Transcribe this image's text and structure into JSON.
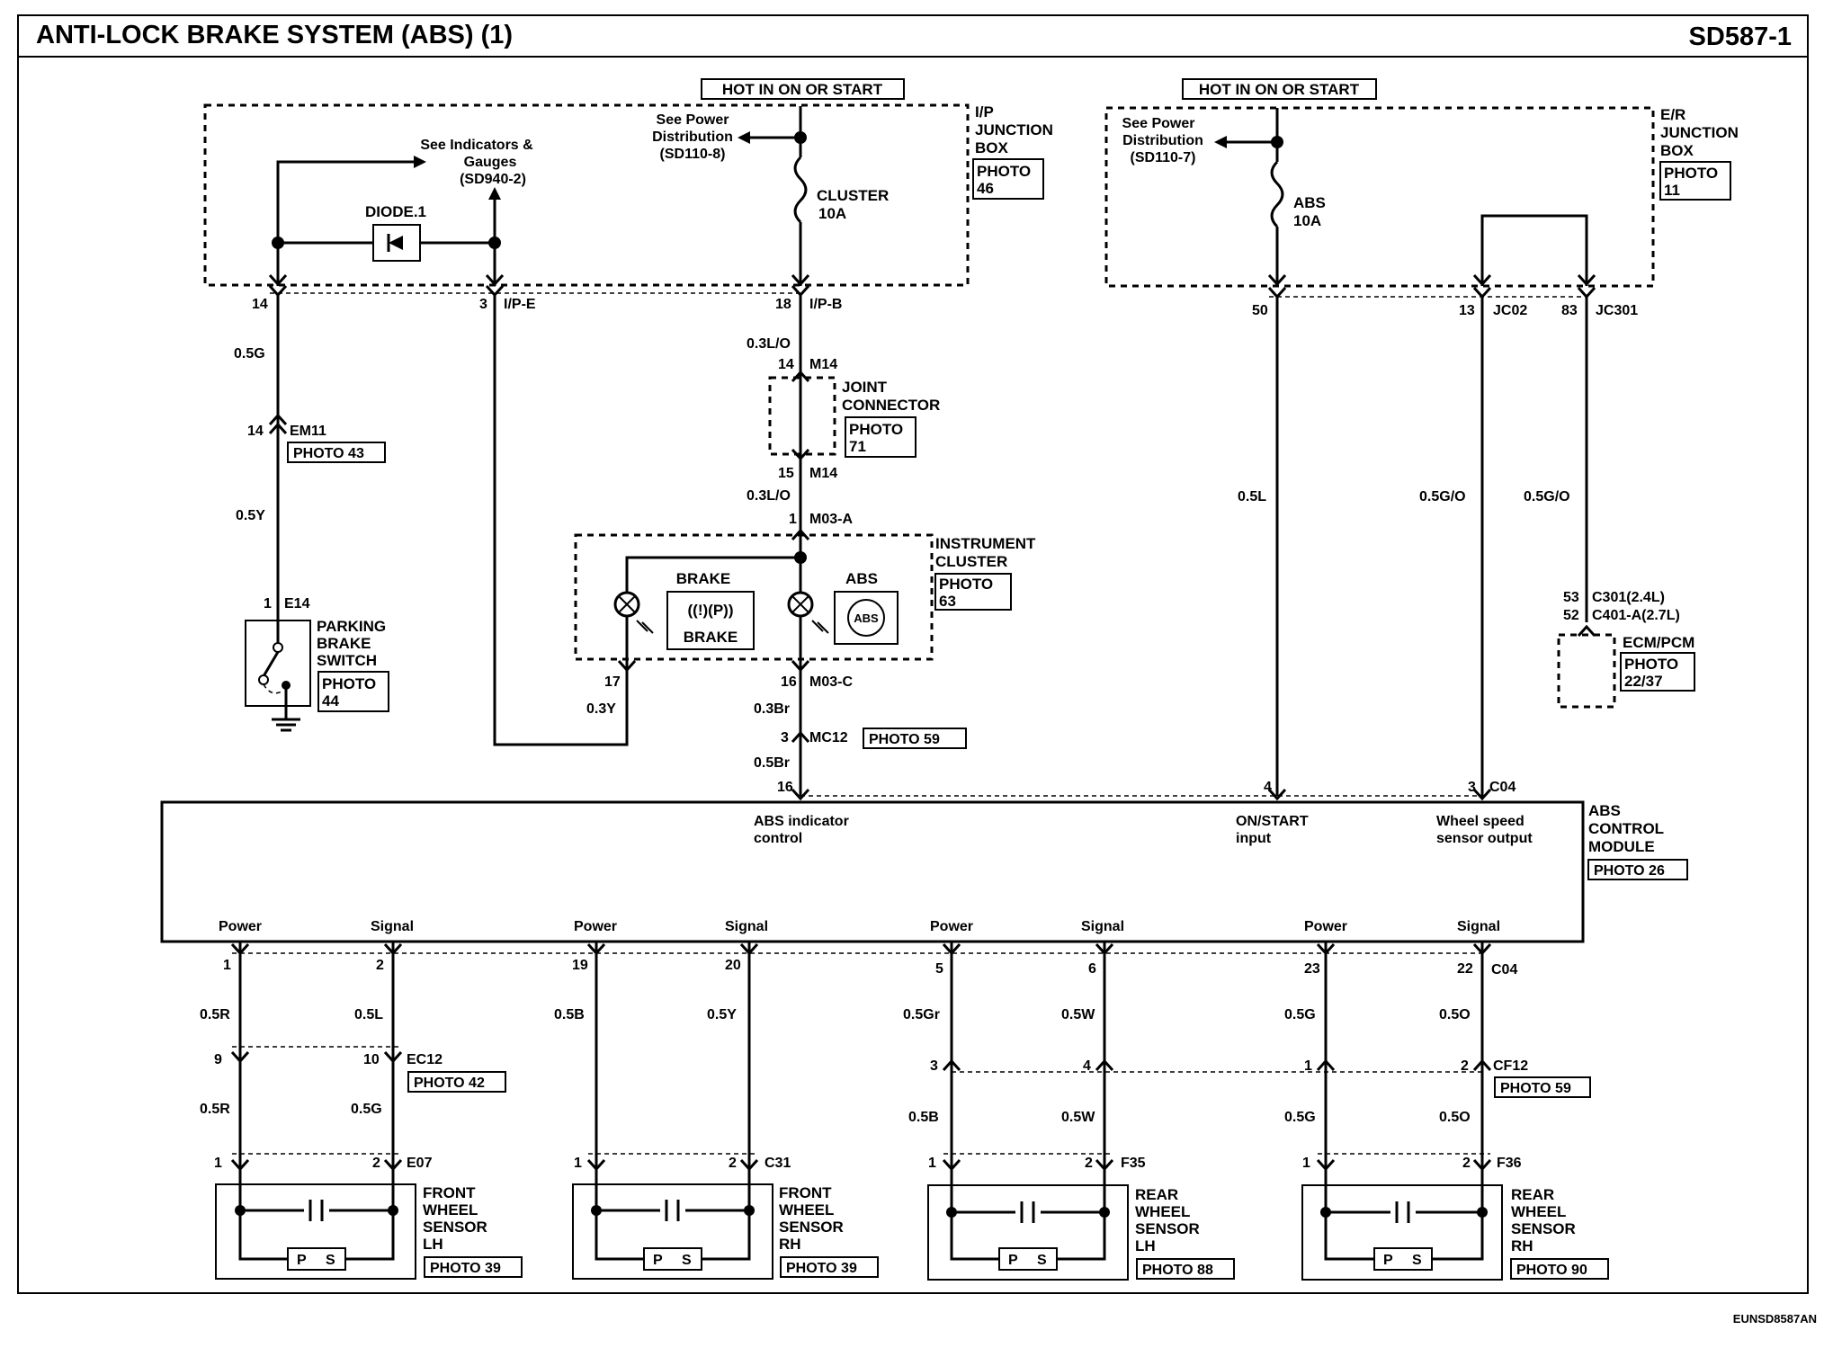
{
  "header": {
    "title": "ANTI-LOCK BRAKE SYSTEM (ABS) (1)",
    "code": "SD587-1"
  },
  "footer": {
    "id": "EUNSD8587AN"
  },
  "hot_labels": [
    "HOT IN ON OR START",
    "HOT IN ON OR START"
  ],
  "ip_junction": {
    "label": [
      "I/P",
      "JUNCTION",
      "BOX"
    ],
    "photo": [
      "PHOTO",
      "46"
    ],
    "see_power": [
      "See Power",
      "Distribution",
      "(SD110-8)"
    ],
    "see_indicators": [
      "See Indicators &",
      "Gauges",
      "(SD940-2)"
    ],
    "diode": "DIODE.1",
    "fuse": [
      "CLUSTER",
      "10A"
    ],
    "pins": [
      "14",
      "3",
      "I/P-E",
      "18",
      "I/P-B"
    ]
  },
  "er_junction": {
    "label": [
      "E/R",
      "JUNCTION",
      "BOX"
    ],
    "photo": [
      "PHOTO",
      "11"
    ],
    "see_power": [
      "See Power",
      "Distribution",
      "(SD110-7)"
    ],
    "fuse": [
      "ABS",
      "10A"
    ],
    "pins": [
      "50",
      "13",
      "JC02",
      "83",
      "JC301"
    ]
  },
  "left_branch": {
    "wire1": "0.5G",
    "pin_em11": "14",
    "em11": "EM11",
    "photo_em11": "PHOTO 43",
    "wire2": "0.5Y",
    "pin_e14": "1",
    "e14": "E14",
    "switch": [
      "PARKING",
      "BRAKE",
      "SWITCH"
    ],
    "switch_photo": [
      "PHOTO",
      "44"
    ]
  },
  "center_branch": {
    "wire_o1": "0.3L/O",
    "pin_m14a": "14",
    "m14a": "M14",
    "joint": [
      "JOINT",
      "CONNECTOR"
    ],
    "joint_photo": [
      "PHOTO",
      "71"
    ],
    "pin_m14b": "15",
    "m14b": "M14",
    "wire_o2": "0.3L/O",
    "pin_m03a": "1",
    "m03a": "M03-A",
    "cluster": [
      "INSTRUMENT",
      "CLUSTER"
    ],
    "cluster_photo": [
      "PHOTO",
      "63"
    ],
    "brake": "BRAKE",
    "brake2": "BRAKE",
    "abs": "ABS",
    "abs_icon": "ABS",
    "pin17": "17",
    "pin16": "16",
    "m03c": "M03-C",
    "wire_y": "0.3Y",
    "wire_br1": "0.3Br",
    "pin_mc12": "3",
    "mc12": "MC12",
    "mc12_photo": "PHOTO 59",
    "wire_br2": "0.5Br",
    "pin16b": "16"
  },
  "right_branch": {
    "wire_l": "0.5L",
    "wire_go1": "0.5G/O",
    "wire_go2": "0.5G/O",
    "pin53": "53",
    "c301": "C301(2.4L)",
    "pin52": "52",
    "c401": "C401-A(2.7L)",
    "ecm": "ECM/PCM",
    "ecm_photo": [
      "PHOTO",
      "22/37"
    ],
    "pin4": "4",
    "pin3": "3",
    "c04": "C04"
  },
  "module": {
    "label": [
      "ABS",
      "CONTROL",
      "MODULE"
    ],
    "photo": "PHOTO 26",
    "abs_ind": [
      "ABS indicator",
      "control"
    ],
    "onstart": [
      "ON/START",
      "input"
    ],
    "wheel_out": [
      "Wheel speed",
      "sensor output"
    ],
    "ports": [
      "Power",
      "Signal",
      "Power",
      "Signal",
      "Power",
      "Signal",
      "Power",
      "Signal"
    ]
  },
  "sensors": [
    {
      "pins_top": [
        "1",
        "2"
      ],
      "wires_top": [
        "0.5R",
        "0.5L"
      ],
      "mid_pins": [
        "9",
        "10"
      ],
      "mid_conn": "EC12",
      "mid_photo": "PHOTO 42",
      "wires_bot": [
        "0.5R",
        "0.5G"
      ],
      "bot_pins": [
        "1",
        "2"
      ],
      "conn": "E07",
      "name": [
        "FRONT",
        "WHEEL",
        "SENSOR",
        "LH"
      ],
      "photo": "PHOTO 39"
    },
    {
      "pins_top": [
        "19",
        "20"
      ],
      "wires_top": [
        "0.5B",
        "0.5Y"
      ],
      "bot_pins": [
        "1",
        "2"
      ],
      "conn": "C31",
      "name": [
        "FRONT",
        "WHEEL",
        "SENSOR",
        "RH"
      ],
      "photo": "PHOTO 39"
    },
    {
      "pins_top": [
        "5",
        "6"
      ],
      "wires_top": [
        "0.5Gr",
        "0.5W"
      ],
      "mid_pins": [
        "3",
        "4"
      ],
      "wires_bot": [
        "0.5B",
        "0.5W"
      ],
      "bot_pins": [
        "1",
        "2"
      ],
      "conn": "F35",
      "name": [
        "REAR",
        "WHEEL",
        "SENSOR",
        "LH"
      ],
      "photo": "PHOTO 88"
    },
    {
      "pins_top": [
        "23",
        "22"
      ],
      "wires_top": [
        "0.5G",
        "0.5O"
      ],
      "mid_pins": [
        "1",
        "2"
      ],
      "mid_conn": "CF12",
      "mid_photo": "PHOTO 59",
      "wires_bot": [
        "0.5G",
        "0.5O"
      ],
      "bot_pins": [
        "1",
        "2"
      ],
      "conn": "F36",
      "name": [
        "REAR",
        "WHEEL",
        "SENSOR",
        "RH"
      ],
      "photo": "PHOTO 90"
    }
  ],
  "sensor_top_conn": "C04",
  "sensor_ps": [
    "P",
    "S"
  ]
}
